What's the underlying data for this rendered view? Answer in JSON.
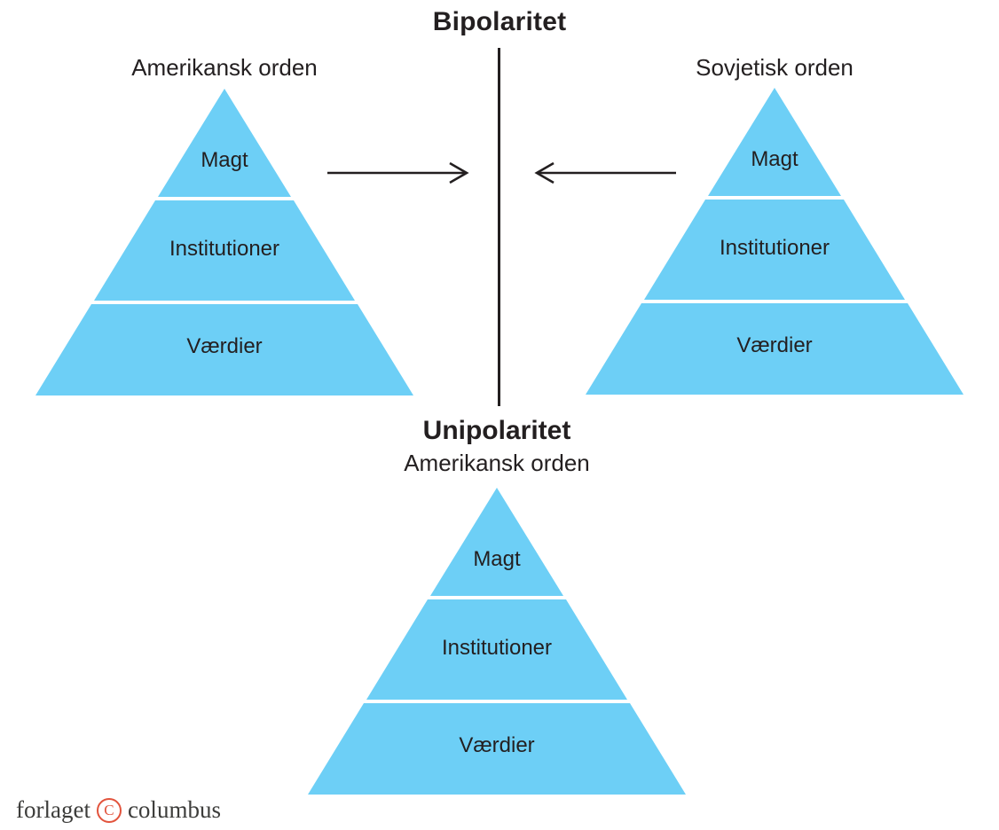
{
  "colors": {
    "pyramid_blue": "#6DCFF6",
    "ink": "#231F20",
    "logo_red": "#E2533C",
    "logo_gray": "#3D3D3B"
  },
  "bipolarity": {
    "title": "Bipolaritet",
    "left_order": {
      "label": "Amerikansk orden",
      "layers": [
        "Magt",
        "Institutioner",
        "Værdier"
      ]
    },
    "right_order": {
      "label": "Sovjetisk orden",
      "layers": [
        "Magt",
        "Institutioner",
        "Værdier"
      ]
    }
  },
  "unipolarity": {
    "title": "Unipolaritet",
    "order_label": "Amerikansk orden",
    "layers": [
      "Magt",
      "Institutioner",
      "Værdier"
    ]
  },
  "publisher_logo": {
    "prefix": "forlaget",
    "copyright_letter": "C",
    "suffix": "columbus"
  }
}
